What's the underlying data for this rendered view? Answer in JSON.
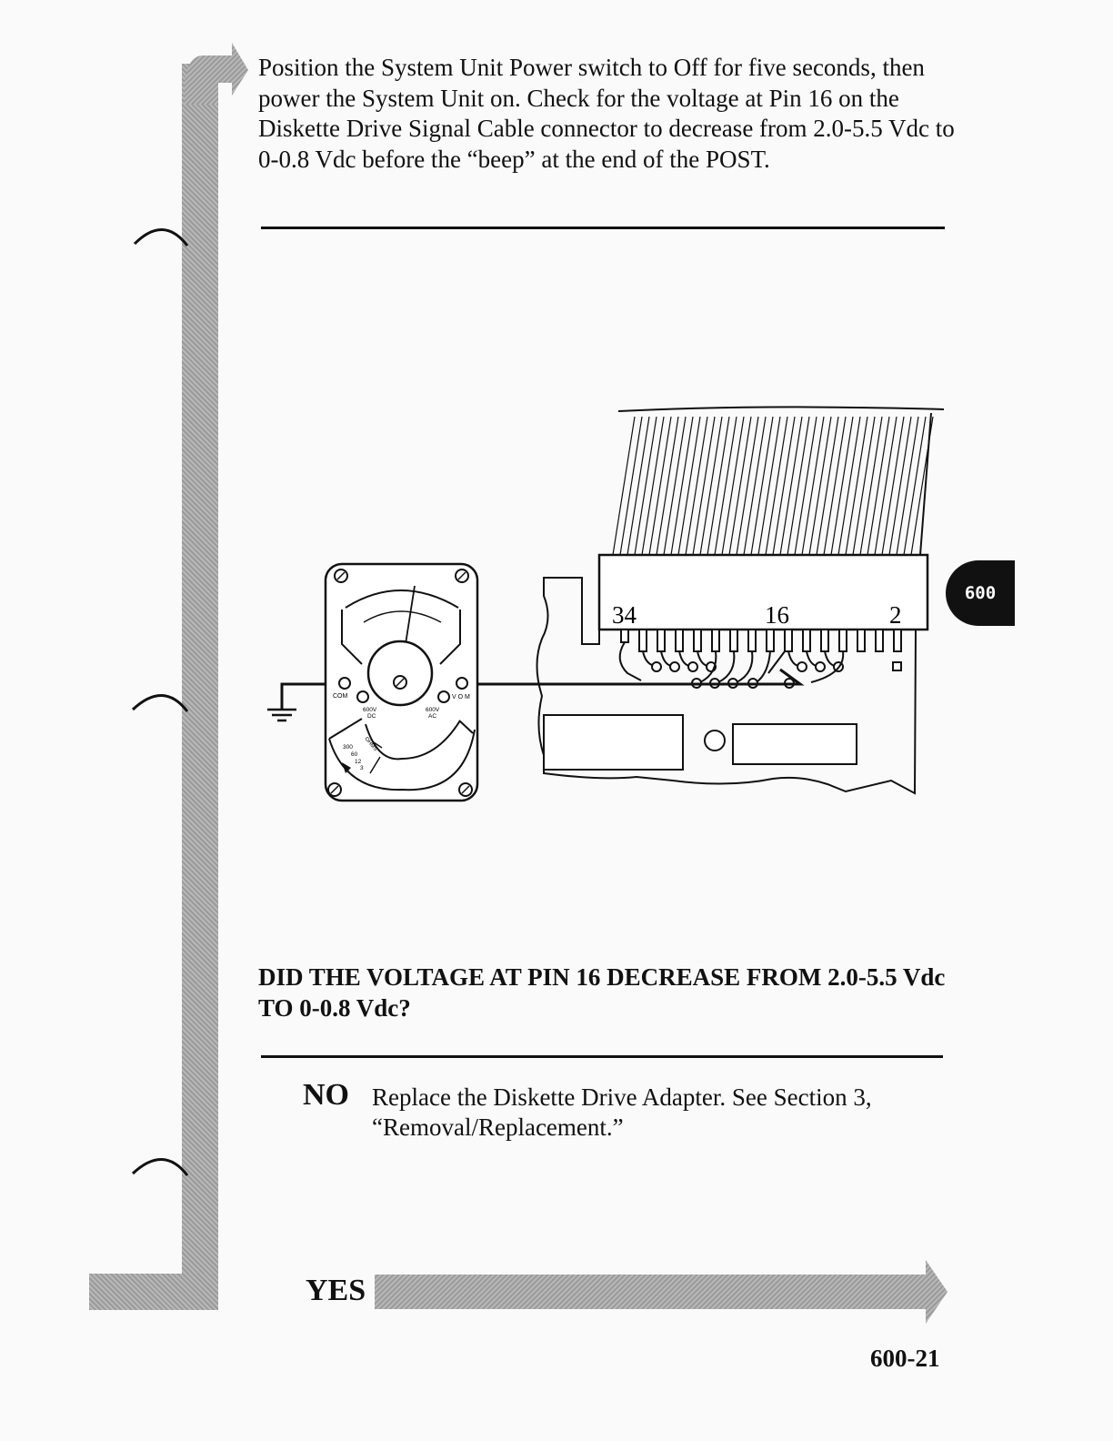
{
  "page": {
    "instruction": "Position the System Unit Power switch to Off for five seconds, then power the System Unit on. Check for the voltage at Pin 16 on the Diskette Drive Signal Cable connector to decrease from 2.0-5.5 Vdc to 0-0.8 Vdc before the “beep” at the end of the POST.",
    "question": "DID THE VOLTAGE AT PIN 16 DECREASE FROM 2.0-5.5 Vdc TO 0-0.8 Vdc?",
    "no_label": "NO",
    "no_text": "Replace the Diskette Drive Adapter. See Section 3, “Removal/Replacement.”",
    "yes_label": "YES",
    "section_tab": "600",
    "page_number": "600-21"
  },
  "diagram": {
    "pin_labels": {
      "left": "34",
      "middle": "16",
      "right": "2"
    },
    "meter_labels": {
      "com": "COM",
      "vom": "V O M",
      "dc": "600V",
      "dc_sub": "DC",
      "ac": "600V",
      "ac_sub": "AC",
      "range_300": "300",
      "range_60": "60",
      "range_12": "12",
      "range_3": "3",
      "ohm": "OHMS"
    }
  }
}
